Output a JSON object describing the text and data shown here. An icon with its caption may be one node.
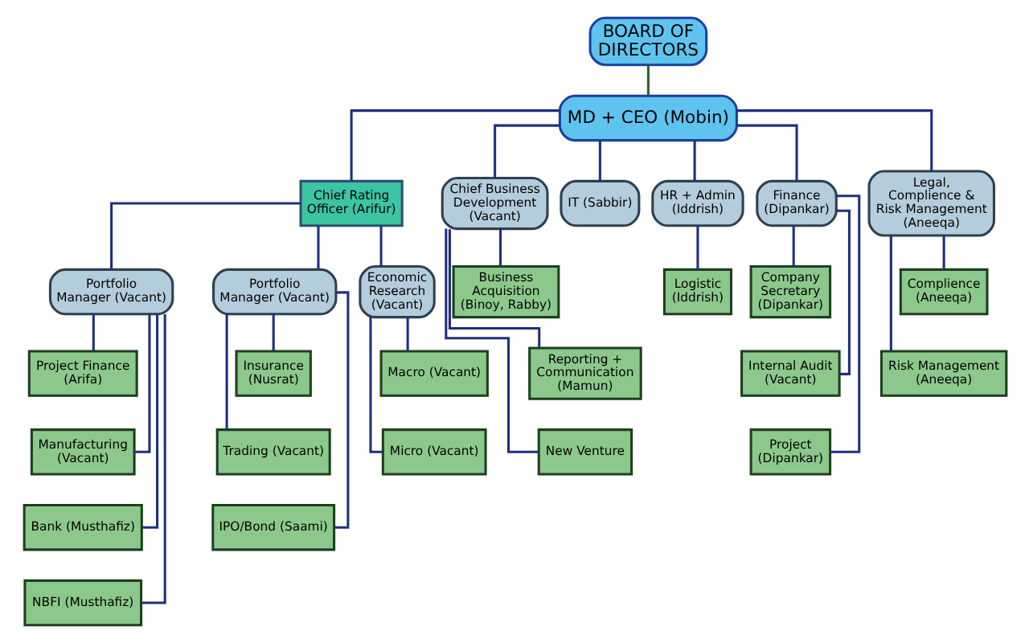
{
  "diagram": {
    "nodes": [
      {
        "text": [
          "BOARD OF DIRECTORS"
        ]
      },
      {
        "text": [
          "MD + CEO (Mobin)"
        ]
      },
      {
        "text": [
          "Chief Rating Officer (Arifur)"
        ]
      },
      {
        "text": [
          "Portfolio Manager (Vacant)"
        ]
      },
      {
        "text": [
          "Portfolio Manager (Vacant)"
        ]
      },
      {
        "text": [
          "Economic Research (Vacant)"
        ]
      },
      {
        "text": [
          "Chief Business Development (Vacant)"
        ]
      },
      {
        "text": [
          "IT (Sabbir)"
        ]
      },
      {
        "text": [
          "HR + Admin (Iddrish)"
        ]
      },
      {
        "text": [
          "Finance (Dipankar)"
        ]
      },
      {
        "text": [
          "Legal, Complience & Risk Management (Aneeqa)"
        ]
      },
      {
        "text": [
          "Project Finance (Arifa)"
        ]
      },
      {
        "text": [
          "Manufacturing (Vacant)"
        ]
      },
      {
        "text": [
          "Bank (Musthafiz)"
        ]
      },
      {
        "text": [
          "NBFI (Musthafiz)"
        ]
      },
      {
        "text": [
          "Insurance (Nusrat)"
        ]
      },
      {
        "text": [
          "Trading (Vacant)"
        ]
      },
      {
        "text": [
          "IPO/Bond (Saami)"
        ]
      },
      {
        "text": [
          "Macro (Vacant)"
        ]
      },
      {
        "text": [
          "Micro (Vacant)"
        ]
      },
      {
        "text": [
          "Business Acquisition (Binoy, Rabby)"
        ]
      },
      {
        "text": [
          "Reporting + Communication (Mamun)"
        ]
      },
      {
        "text": [
          "New Venture"
        ]
      },
      {
        "text": [
          "Logistic (Iddrish)"
        ]
      },
      {
        "text": [
          "Company Secretary (Dipankar)"
        ]
      },
      {
        "text": [
          "Internal Audit (Vacant)"
        ]
      },
      {
        "text": [
          "Project (Dipankar)"
        ]
      },
      {
        "text": [
          "Complience (Aneeqa)"
        ]
      },
      {
        "text": [
          "Risk Management (Aneeqa)"
        ]
      }
    ],
    "edges": [
      {
        "from": 0,
        "to": 1,
        "arrow": "none",
        "color": "#2f5f2f"
      },
      {
        "from": 1,
        "to": 2,
        "arrow": "none"
      },
      {
        "from": 1,
        "to": 6,
        "arrow": "none"
      },
      {
        "from": 1,
        "to": 7,
        "arrow": "none"
      },
      {
        "from": 1,
        "to": 8,
        "arrow": "none"
      },
      {
        "from": 1,
        "to": 9,
        "arrow": "none"
      },
      {
        "from": 1,
        "to": 10,
        "arrow": "none"
      },
      {
        "from": 2,
        "to": 3,
        "arrow": "none"
      },
      {
        "from": 2,
        "to": 4,
        "arrow": "none"
      },
      {
        "from": 2,
        "to": 5,
        "arrow": "none"
      },
      {
        "from": 3,
        "to": 11,
        "arrow": "none"
      },
      {
        "from": 3,
        "to": 12,
        "arrow": "none"
      },
      {
        "from": 3,
        "to": 13,
        "arrow": "none"
      },
      {
        "from": 3,
        "to": 14,
        "arrow": "none"
      },
      {
        "from": 4,
        "to": 15,
        "arrow": "none"
      },
      {
        "from": 4,
        "to": 16,
        "arrow": "none"
      },
      {
        "from": 4,
        "to": 17,
        "arrow": "none"
      },
      {
        "from": 5,
        "to": 18,
        "arrow": "none"
      },
      {
        "from": 5,
        "to": 19,
        "arrow": "none"
      },
      {
        "from": 6,
        "to": 20,
        "arrow": "none"
      },
      {
        "from": 6,
        "to": 21,
        "arrow": "none"
      },
      {
        "from": 6,
        "to": 22,
        "arrow": "none"
      },
      {
        "from": 8,
        "to": 23,
        "arrow": "none"
      },
      {
        "from": 9,
        "to": 24,
        "arrow": "none"
      },
      {
        "from": 9,
        "to": 25,
        "arrow": "none"
      },
      {
        "from": 9,
        "to": 26,
        "arrow": "none"
      },
      {
        "from": 10,
        "to": 27,
        "arrow": "none"
      },
      {
        "from": 10,
        "to": 28,
        "arrow": "none"
      }
    ]
  }
}
